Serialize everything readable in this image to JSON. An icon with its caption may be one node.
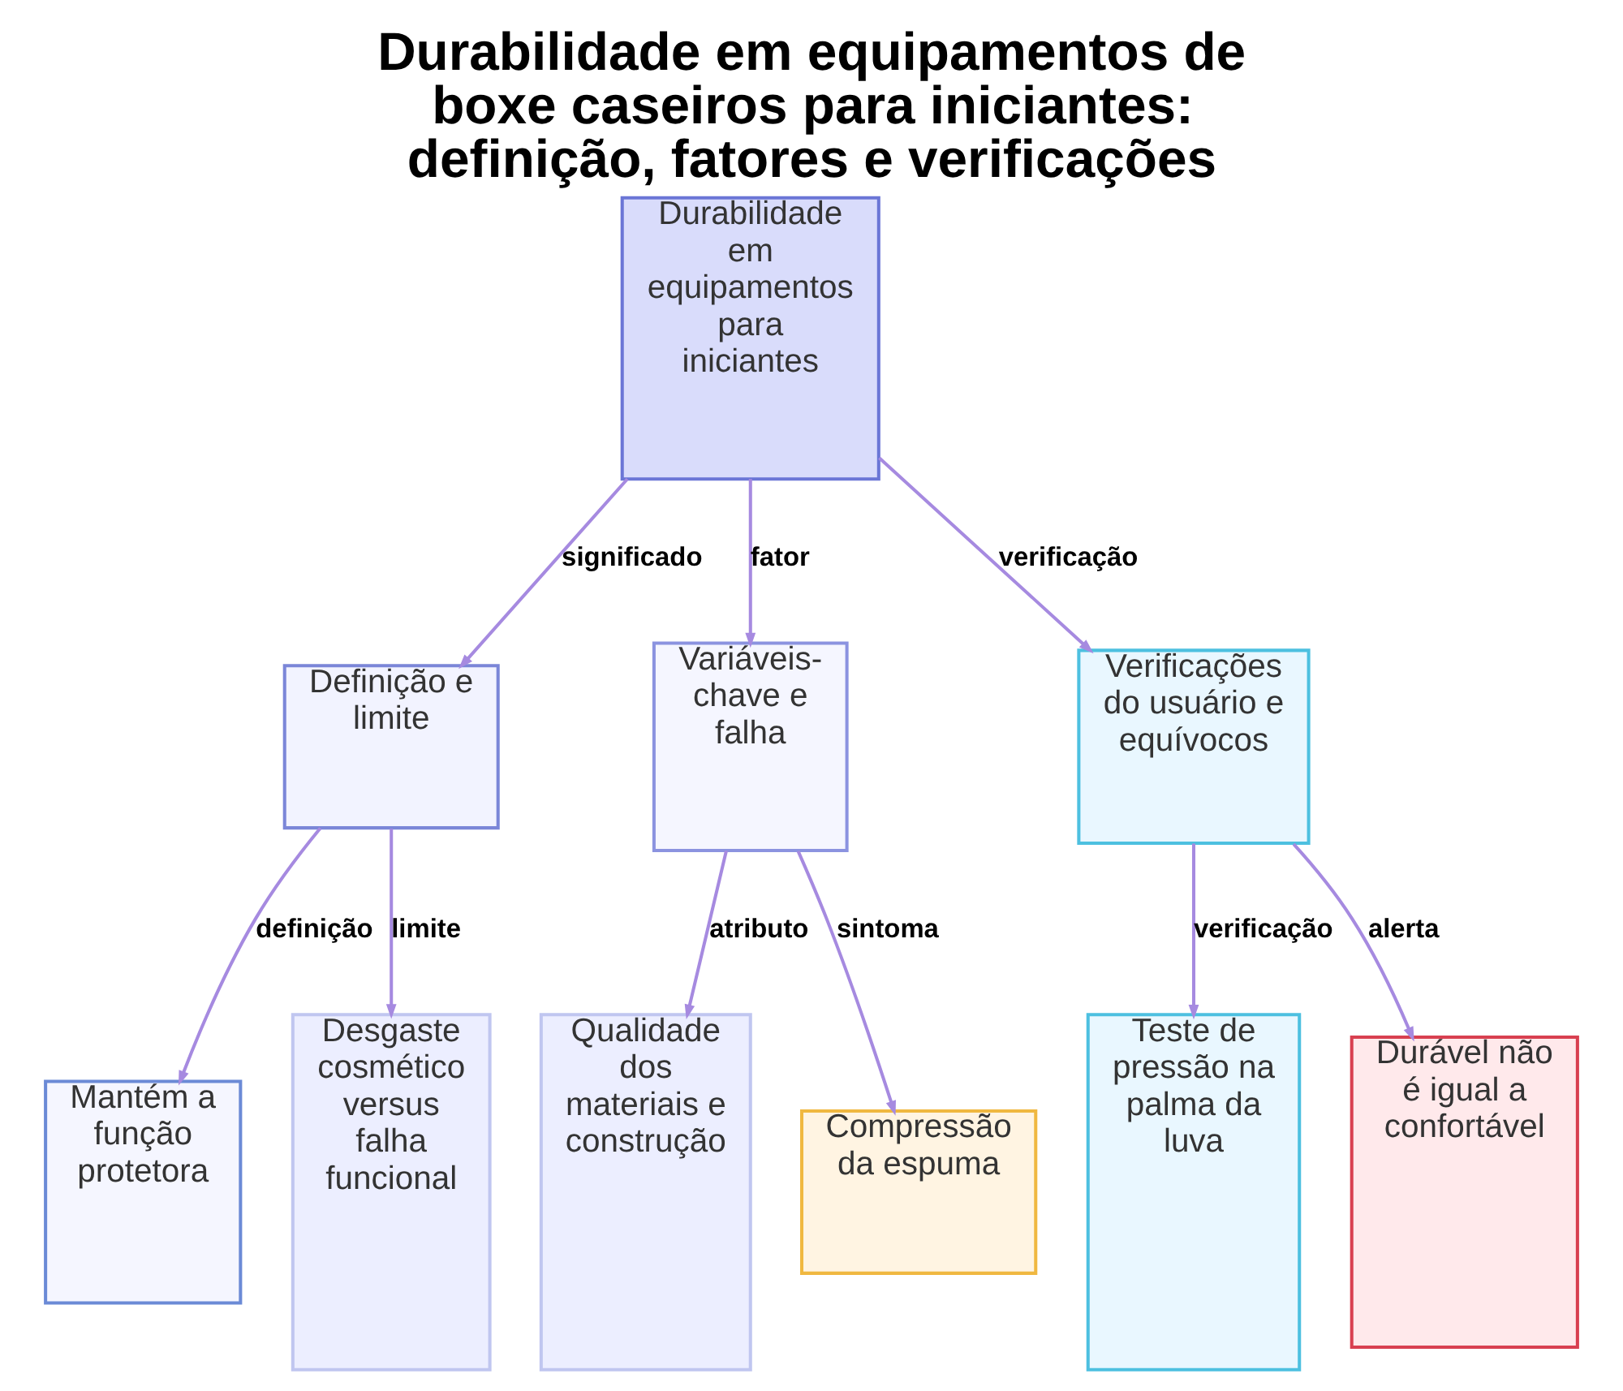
{
  "diagram": {
    "title": "Durabilidade em equipamentos de boxe caseiros para iniciantes: definição, fatores e verificações",
    "nodes": [
      {
        "text": [
          "Durabilidade em equipamentos para iniciantes"
        ]
      },
      {
        "text": [
          "Definição e limite"
        ]
      },
      {
        "text": [
          "Variáveis-chave e falha"
        ]
      },
      {
        "text": [
          "Verificações do usuário e equívocos"
        ]
      },
      {
        "text": [
          "Mantém a função protetora"
        ]
      },
      {
        "text": [
          "Desgaste cosmético versus falha funcional"
        ]
      },
      {
        "text": [
          "Qualidade dos materiais e construção"
        ]
      },
      {
        "text": [
          "Compressão da espuma"
        ]
      },
      {
        "text": [
          "Teste de pressão na palma da luva"
        ]
      },
      {
        "text": [
          "Durável não é igual a confortável"
        ]
      }
    ],
    "edges": [
      {
        "from": 0,
        "to": 1,
        "arrow": "to",
        "label": "significado"
      },
      {
        "from": 0,
        "to": 2,
        "arrow": "to",
        "label": "fator"
      },
      {
        "from": 0,
        "to": 3,
        "arrow": "to",
        "label": "verificação"
      },
      {
        "from": 1,
        "to": 4,
        "arrow": "to",
        "label": "definição"
      },
      {
        "from": 1,
        "to": 5,
        "arrow": "to",
        "label": "limite"
      },
      {
        "from": 2,
        "to": 6,
        "arrow": "to",
        "label": "atributo"
      },
      {
        "from": 2,
        "to": 7,
        "arrow": "to",
        "label": "sintoma"
      },
      {
        "from": 3,
        "to": 8,
        "arrow": "to",
        "label": "verificação"
      },
      {
        "from": 3,
        "to": 9,
        "arrow": "to",
        "label": "alerta"
      }
    ]
  }
}
